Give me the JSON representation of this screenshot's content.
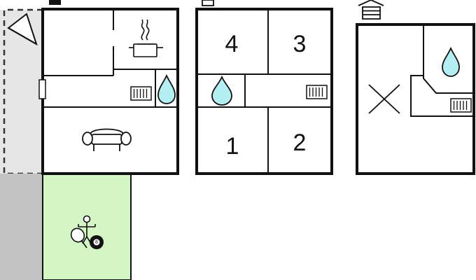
{
  "colors": {
    "wall": "#111111",
    "background": "#ffffff",
    "terrace": "#e6e6e6",
    "dark_strip": "#c2c2c2",
    "garden": "#d4f5c4",
    "water": "#b3eef2",
    "dash": "#333333"
  },
  "rooms": {
    "bedroom_4": "4",
    "bedroom_3": "3",
    "bedroom_1": "1",
    "bedroom_2": "2"
  },
  "icons": {
    "compass": "compass-icon",
    "kitchen": "kitchen-pot-icon",
    "radiator": "radiator-icon",
    "water": "water-drop-icon",
    "sofa": "sofa-icon",
    "table_football": "table-football-icon",
    "table_tennis": "table-tennis-icon",
    "billiard": "billiard-ball-icon",
    "stairs": "stairs-icon",
    "empty_room": "x-mark-icon"
  },
  "billiard_ball_number": "8"
}
